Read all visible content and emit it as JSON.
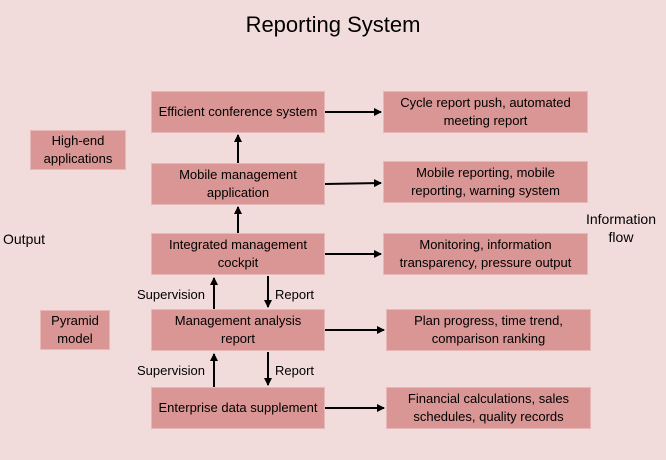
{
  "title": "Reporting System",
  "levels": [
    {
      "name": "Efficient conference system",
      "output": "Cycle report push, automated meeting report"
    },
    {
      "name": "Mobile management application",
      "output": "Mobile reporting, mobile reporting, warning system"
    },
    {
      "name": "Integrated management cockpit",
      "output": "Monitoring, information transparency, pressure output"
    },
    {
      "name": "Management analysis report",
      "output": "Plan progress, time trend, comparison ranking"
    },
    {
      "name": "Enterprise data supplement",
      "output": "Financial calculations, sales schedules, quality records"
    }
  ],
  "category_labels": {
    "high_end": "High-end applications",
    "pyramid": "Pyramid model"
  },
  "side_labels": {
    "output": "Output",
    "information_flow": "Information flow"
  },
  "flow_labels": {
    "supervision_upper": "Supervision",
    "report_upper": "Report",
    "supervision_lower": "Supervision",
    "report_lower": "Report"
  },
  "colors": {
    "background": "#f2dcdb",
    "box_fill": "#d99694",
    "arrow": "#000000"
  }
}
